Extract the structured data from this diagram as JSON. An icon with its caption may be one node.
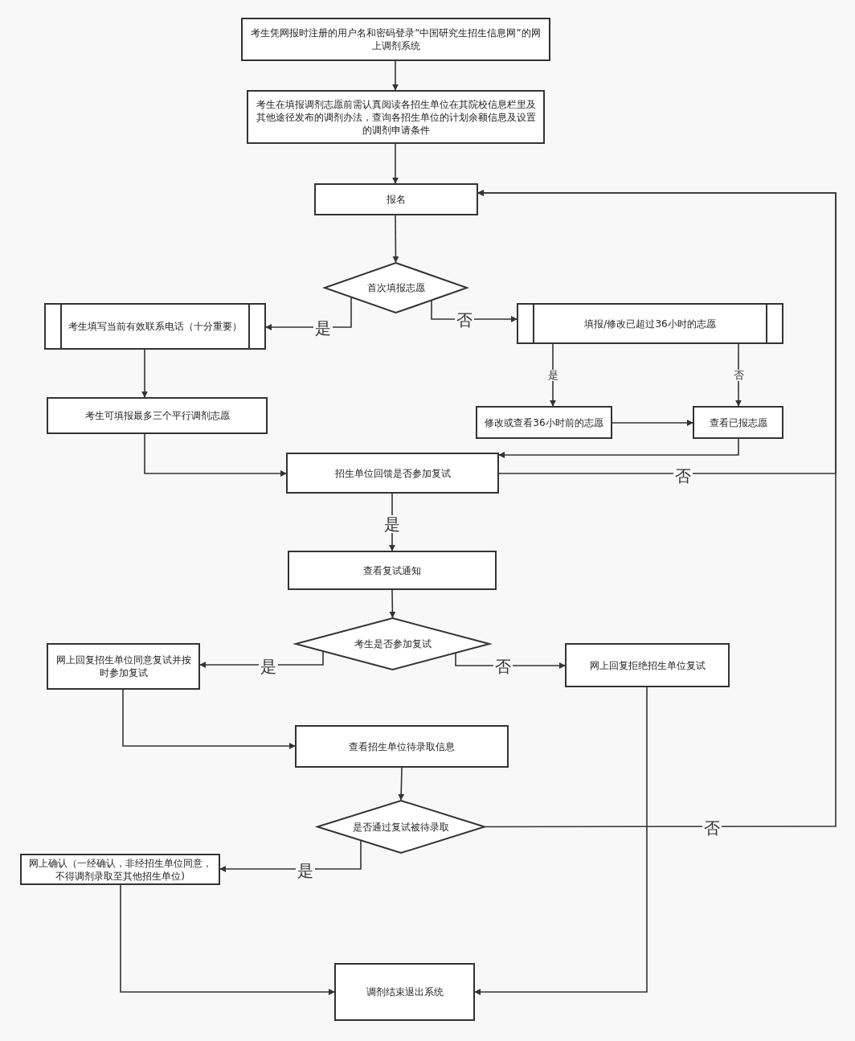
{
  "diagram": {
    "nodes": [
      {
        "text": [
          "考生凭网报时注册的用户名和密码登录“中国研究生招生信息网”的网上调剂系统"
        ]
      },
      {
        "text": [
          "考生在填报调剂志愿前需认真阅读各招生单位在其院校信息栏里及其他途径发布的调剂办法，查询各招生单位的计划余额信息及设置的调剂申请条件"
        ]
      },
      {
        "text": [
          "报名"
        ]
      },
      {
        "text": [
          "首次填报志愿"
        ]
      },
      {
        "text": [
          "考生填写当前有效联系电话（十分重要）"
        ]
      },
      {
        "text": [
          "填报/修改已超过36小时的志愿"
        ]
      },
      {
        "text": [
          "考生可填报最多三个平行调剂志愿"
        ]
      },
      {
        "text": [
          "修改或查看36小时前的志愿"
        ]
      },
      {
        "text": [
          "查看已报志愿"
        ]
      },
      {
        "text": [
          "招生单位回馈是否参加复试"
        ]
      },
      {
        "text": [
          "查看复试通知"
        ]
      },
      {
        "text": [
          "考生是否参加复试"
        ]
      },
      {
        "text": [
          "网上回复招生单位同意复试并按时参加复试"
        ]
      },
      {
        "text": [
          "网上回复拒绝招生单位复试"
        ]
      },
      {
        "text": [
          "查看招生单位待录取信息"
        ]
      },
      {
        "text": [
          "是否通过复试被待录取"
        ]
      },
      {
        "text": [
          "网上确认（一经确认，非经招生单位同意，不得调剂录取至其他招生单位)"
        ]
      },
      {
        "text": [
          "调剂结束退出系统"
        ]
      }
    ],
    "edges": [
      {
        "from": 0,
        "to": 1,
        "arrow": "to"
      },
      {
        "from": 1,
        "to": 2,
        "arrow": "to"
      },
      {
        "from": 2,
        "to": 3,
        "arrow": "to"
      },
      {
        "from": 3,
        "to": 4,
        "arrow": "to",
        "label": "是"
      },
      {
        "from": 3,
        "to": 5,
        "arrow": "to",
        "label": "否"
      },
      {
        "from": 4,
        "to": 6,
        "arrow": "to"
      },
      {
        "from": 5,
        "to": 7,
        "arrow": "to",
        "label": "是"
      },
      {
        "from": 5,
        "to": 8,
        "arrow": "to",
        "label": "否"
      },
      {
        "from": 7,
        "to": 8,
        "arrow": "to"
      },
      {
        "from": 8,
        "to": 9,
        "arrow": "to"
      },
      {
        "from": 6,
        "to": 9,
        "arrow": "to"
      },
      {
        "from": 9,
        "to": 2,
        "arrow": "to",
        "label": "否"
      },
      {
        "from": 15,
        "to": 2,
        "arrow": "to",
        "label": "否"
      },
      {
        "from": 9,
        "to": 10,
        "arrow": "to",
        "label": "是"
      },
      {
        "from": 10,
        "to": 11,
        "arrow": "to"
      },
      {
        "from": 11,
        "to": 12,
        "arrow": "to",
        "label": "是"
      },
      {
        "from": 11,
        "to": 13,
        "arrow": "to",
        "label": "否"
      },
      {
        "from": 12,
        "to": 14,
        "arrow": "to"
      },
      {
        "from": 14,
        "to": 15,
        "arrow": "to"
      },
      {
        "from": 15,
        "to": 16,
        "arrow": "to",
        "label": "是"
      },
      {
        "from": 16,
        "to": 17,
        "arrow": "to"
      },
      {
        "from": 13,
        "to": 17,
        "arrow": "to"
      }
    ]
  }
}
